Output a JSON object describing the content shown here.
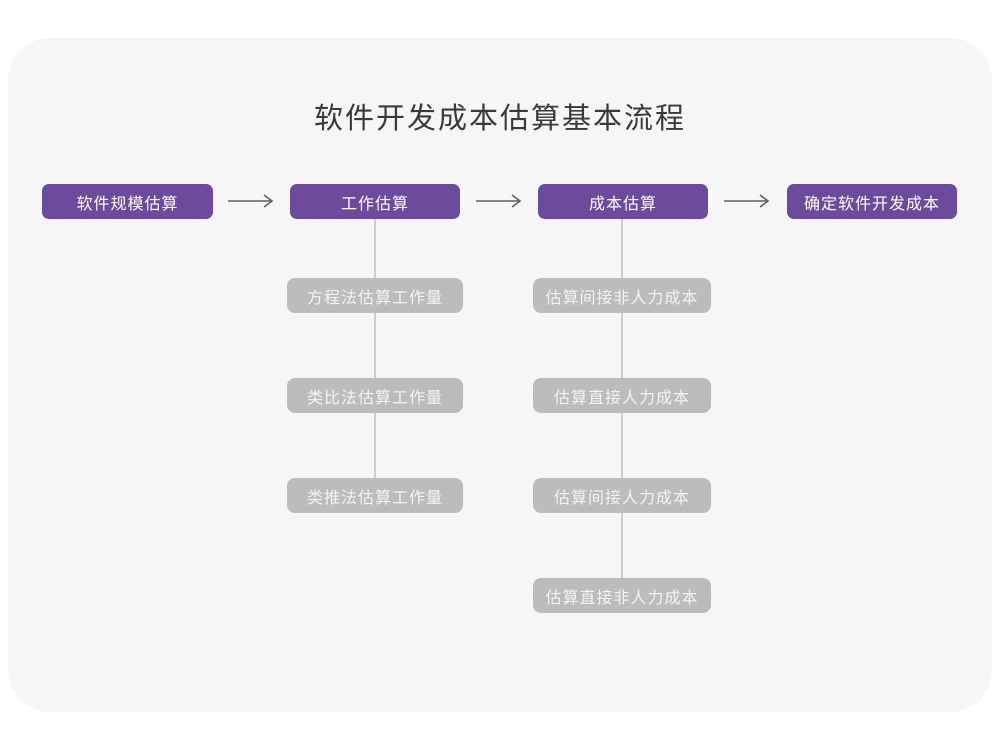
{
  "title": "软件开发成本估算基本流程",
  "flow": {
    "main_steps": [
      {
        "label": "软件规模估算"
      },
      {
        "label": "工作估算"
      },
      {
        "label": "成本估算"
      },
      {
        "label": "确定软件开发成本"
      }
    ],
    "work_estimation_methods": [
      "方程法估算工作量",
      "类比法估算工作量",
      "类推法估算工作量"
    ],
    "cost_estimation_steps": [
      "估算间接非人力成本",
      "估算直接人力成本",
      "估算间接人力成本",
      "估算直接非人力成本"
    ]
  },
  "icons": {
    "flow_arrow": "arrow-right"
  },
  "colors": {
    "page_background": "#FFFFFF",
    "card_background": "#F6F6F6",
    "primary_node": "#6C4B9C",
    "primary_node_text": "#FFFFFF",
    "secondary_node": "#BCBCBC",
    "secondary_node_text": "#F3F3F3",
    "connector_line": "#CCCCCC",
    "arrow": "#5F5F5F",
    "title_text": "#3A3A3A"
  }
}
